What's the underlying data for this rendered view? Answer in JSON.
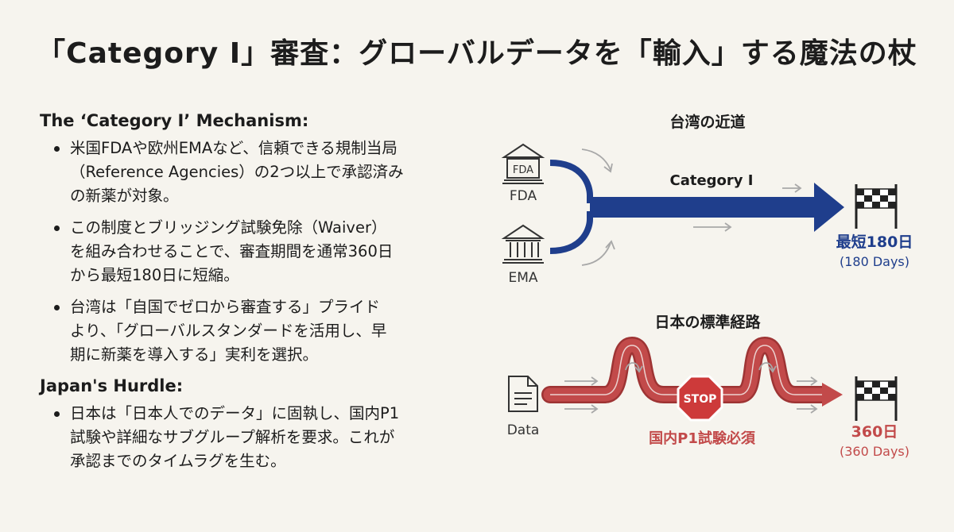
{
  "title": "「Category I」審査：グローバルデータを「輸入」する魔法の杖",
  "mechanism": {
    "heading": "The ‘Category I’ Mechanism:",
    "bullets": [
      {
        "lines": [
          "米国FDAや欧州EMAなど、信頼できる規制当局",
          "（Reference Agencies）の2つ以上で承認済み",
          "の新薬が対象。"
        ]
      },
      {
        "lines": [
          "この制度とブリッジング試験免除（Waiver）",
          "を組み合わせることで、審査期間を通常360日",
          "から最短180日に短縮。"
        ]
      },
      {
        "lines": [
          "台湾は「自国でゼロから審査する」プライド",
          "より、「グローバルスタンダードを活用し、早",
          "期に新薬を導入する」実利を選択。"
        ]
      }
    ]
  },
  "hurdle": {
    "heading": "Japan's Hurdle:",
    "bullets": [
      {
        "lines": [
          "日本は「日本人でのデータ」に固執し、国内P1",
          "試験や詳細なサブグループ解析を要求。これが",
          "承認までのタイムラグを生む。"
        ]
      }
    ]
  },
  "diagram": {
    "taiwan": {
      "heading": "台湾の近道",
      "fda_icon_text": "FDA",
      "fda_label": "FDA",
      "ema_label": "EMA",
      "path_label": "Category I",
      "result_main": "最短180日",
      "result_sub": "(180 Days)"
    },
    "japan": {
      "heading": "日本の標準経路",
      "data_label": "Data",
      "stop_text": "STOP",
      "requirement": "国内P1試験必須",
      "result_main": "360日",
      "result_sub": "(360 Days)"
    },
    "colors": {
      "blue": "#1f3e8c",
      "red": "#c24a4a",
      "red_dark": "#9e3434",
      "grey": "#a8a8a8"
    }
  }
}
